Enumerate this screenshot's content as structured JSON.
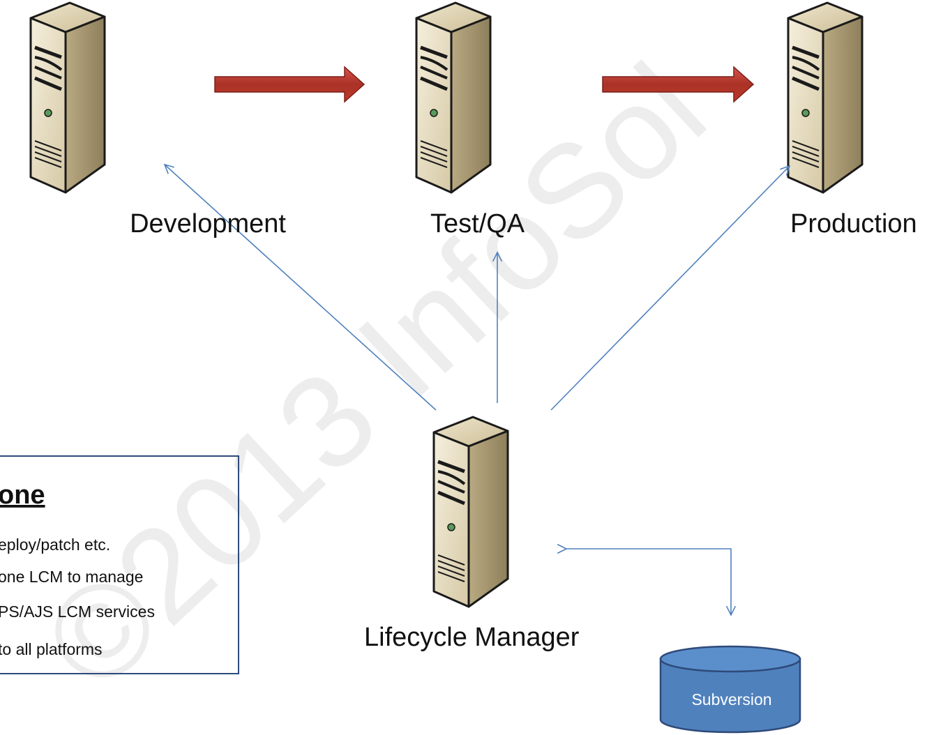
{
  "servers": {
    "development": "Development",
    "test_qa": "Test/QA",
    "production": "Production",
    "lifecycle_manager": "Lifecycle Manager"
  },
  "repository": {
    "label": "Subversion"
  },
  "info_box": {
    "title": "one",
    "lines": [
      "eploy/patch etc.",
      "one LCM to manage",
      "PS/AJS LCM services",
      "to all platforms"
    ]
  },
  "watermark": "©2013 InfoSol",
  "colors": {
    "promotion_arrow": "#c0392b",
    "connector": "#4f81bd",
    "repository_fill": "#4f81bd",
    "info_box_border": "#2e4a7a"
  }
}
